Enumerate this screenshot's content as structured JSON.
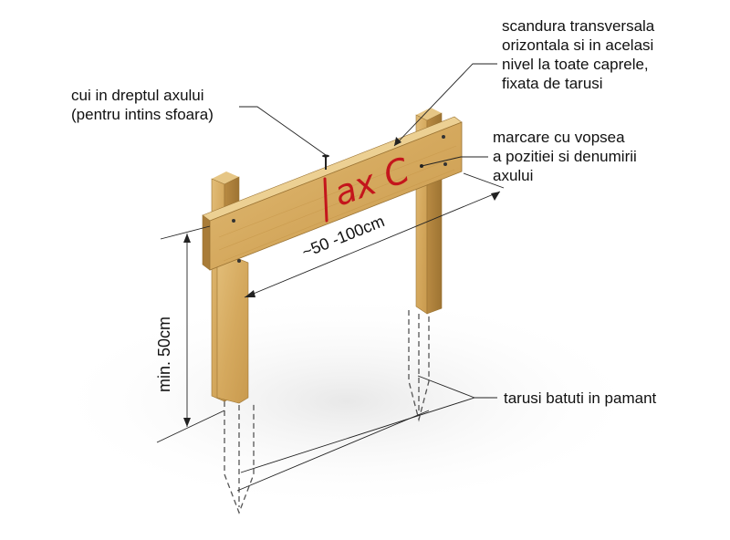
{
  "labels": {
    "cui": [
      "cui in dreptul axului",
      "(pentru intins sfoara)"
    ],
    "scandura": [
      "scandura transversala",
      "orizontala si in acelasi",
      "nivel la toate caprele,",
      "fixata  de tarusi"
    ],
    "marcare": [
      "marcare cu vopsea",
      "a pozitiei si denumirii",
      "axului"
    ],
    "tarusi": "tarusi batuti in pamant"
  },
  "dimensions": {
    "spacing": "~50 -100cm",
    "height": "min. 50cm"
  },
  "board_text": "ax C",
  "colors": {
    "wood_light": "#d9b26a",
    "wood_dark": "#b8893f",
    "marker_red": "#c4161c",
    "line": "#222222"
  }
}
